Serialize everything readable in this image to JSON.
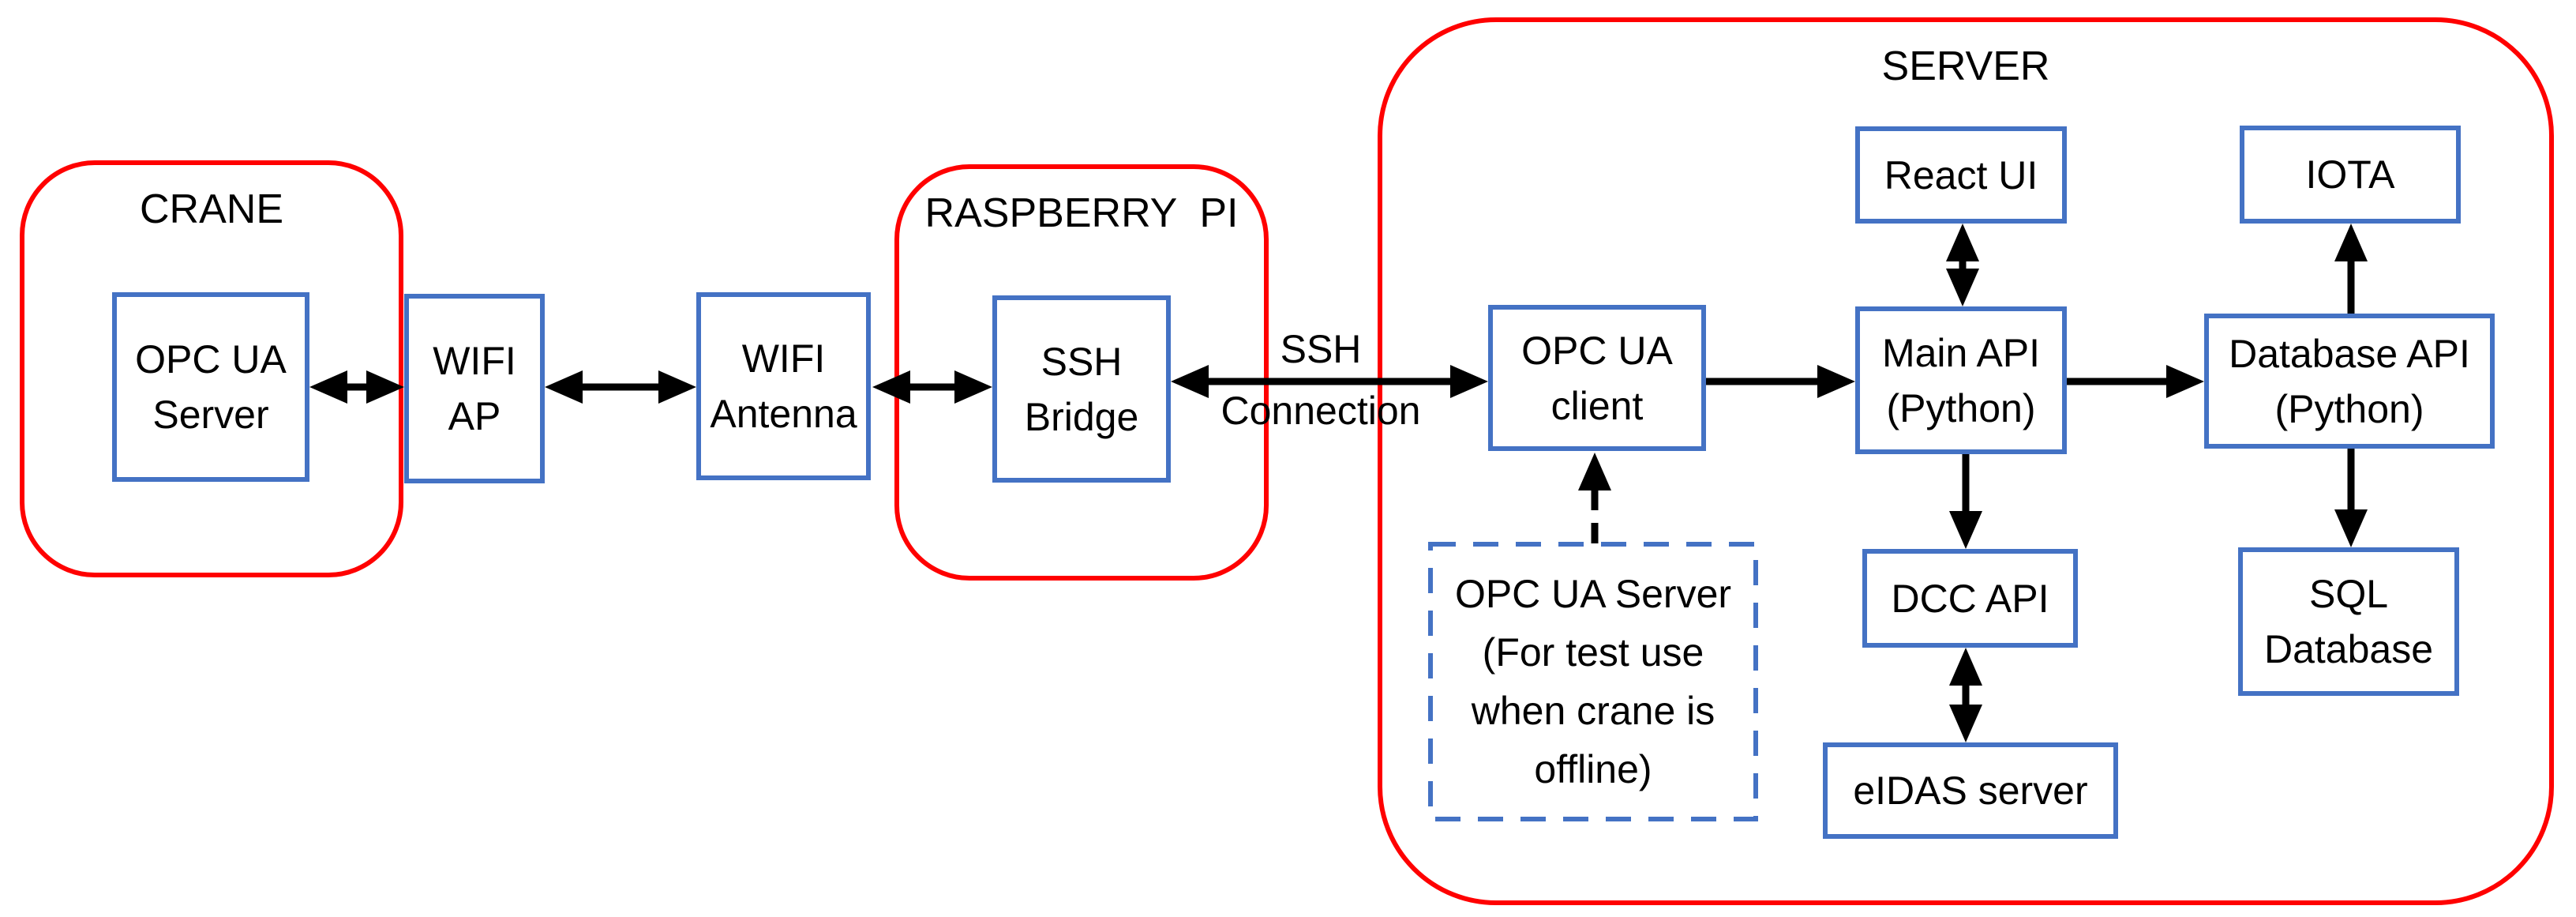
{
  "diagram": {
    "containers": {
      "crane": {
        "label": "CRANE"
      },
      "raspberry_pi": {
        "label": "RASPBERRY  PI"
      },
      "server": {
        "label": "SERVER"
      }
    },
    "nodes": {
      "opcua_server_crane": {
        "line1": "OPC UA",
        "line2": "Server"
      },
      "wifi_ap": {
        "line1": "WIFI",
        "line2": "AP"
      },
      "wifi_antenna": {
        "line1": "WIFI",
        "line2": "Antenna"
      },
      "ssh_bridge": {
        "line1": "SSH",
        "line2": "Bridge"
      },
      "opcua_client": {
        "line1": "OPC UA",
        "line2": "client"
      },
      "react_ui": {
        "line1": "React UI"
      },
      "main_api": {
        "line1": "Main API",
        "line2": "(Python)"
      },
      "database_api": {
        "line1": "Database API",
        "line2": "(Python)"
      },
      "iota": {
        "line1": "IOTA"
      },
      "dcc_api": {
        "line1": "DCC API"
      },
      "eidas_server": {
        "line1": "eIDAS server"
      },
      "sql_database": {
        "line1": "SQL",
        "line2": "Database"
      },
      "test_opcua_server": {
        "line1": "OPC UA Server",
        "line2": "(For test use",
        "line3": "when crane is",
        "line4": "offline)"
      }
    },
    "edge_labels": {
      "ssh_connection": {
        "line1": "SSH",
        "line2": "Connection"
      }
    },
    "edges": [
      {
        "from": "opcua_server_crane",
        "to": "wifi_ap",
        "direction": "both",
        "style": "solid"
      },
      {
        "from": "wifi_ap",
        "to": "wifi_antenna",
        "direction": "both",
        "style": "solid"
      },
      {
        "from": "wifi_antenna",
        "to": "ssh_bridge",
        "direction": "both",
        "style": "solid"
      },
      {
        "from": "ssh_bridge",
        "to": "opcua_client",
        "direction": "both",
        "style": "solid",
        "label": "SSH Connection"
      },
      {
        "from": "opcua_client",
        "to": "main_api",
        "direction": "forward",
        "style": "solid"
      },
      {
        "from": "react_ui",
        "to": "main_api",
        "direction": "both",
        "style": "solid"
      },
      {
        "from": "main_api",
        "to": "dcc_api",
        "direction": "forward",
        "style": "solid"
      },
      {
        "from": "dcc_api",
        "to": "eidas_server",
        "direction": "both",
        "style": "solid"
      },
      {
        "from": "main_api",
        "to": "database_api",
        "direction": "forward",
        "style": "solid"
      },
      {
        "from": "database_api",
        "to": "iota",
        "direction": "forward",
        "style": "solid"
      },
      {
        "from": "database_api",
        "to": "sql_database",
        "direction": "forward",
        "style": "solid"
      },
      {
        "from": "test_opcua_server",
        "to": "opcua_client",
        "direction": "forward",
        "style": "dashed"
      }
    ],
    "colors": {
      "box_border": "#4472C4",
      "container_border": "#FF0000",
      "arrow": "#000000",
      "text": "#000000",
      "background": "#FFFFFF"
    }
  }
}
